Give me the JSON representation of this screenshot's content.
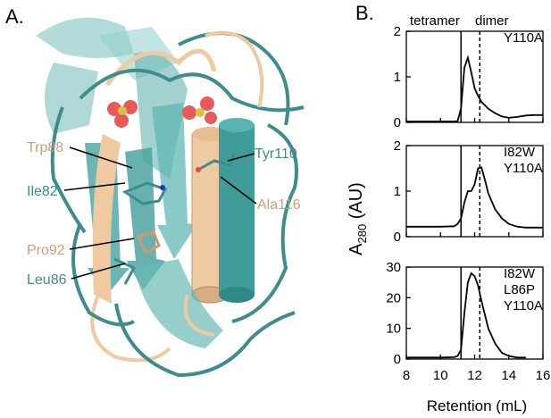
{
  "panels": {
    "a_label": "A.",
    "b_label": "B."
  },
  "structure": {
    "labels": [
      {
        "id": "trp88",
        "text": "Trp88",
        "color": "#c8a07c"
      },
      {
        "id": "ile82",
        "text": "Ile82",
        "color": "#3e8c8c"
      },
      {
        "id": "pro92",
        "text": "Pro92",
        "color": "#c8a07c"
      },
      {
        "id": "leu86",
        "text": "Leu86",
        "color": "#3e8c8c"
      },
      {
        "id": "tyr110",
        "text": "Tyr110",
        "color": "#3e8c8c"
      },
      {
        "id": "ala116",
        "text": "Ala116",
        "color": "#c8a07c"
      }
    ],
    "colors": {
      "teal": "#57a9a7",
      "tan": "#efc9a0",
      "oxygen": "#e85a5a",
      "sulfur": "#d9c23a"
    }
  },
  "chart_data": [
    {
      "type": "line",
      "annotations": [
        "Y110A"
      ],
      "top_labels": {
        "tetramer": "tetramer",
        "dimer": "dimer"
      },
      "xlim": [
        8,
        16
      ],
      "ylim": [
        0,
        2
      ],
      "yticks": [
        "0",
        "1",
        "2"
      ],
      "reference_lines": [
        11.2,
        12.3
      ],
      "x": [
        8,
        9,
        10,
        10.8,
        11.0,
        11.2,
        11.4,
        11.6,
        11.8,
        12.0,
        12.2,
        12.4,
        12.8,
        13.2,
        13.6,
        14.0,
        14.5,
        15.0,
        15.5,
        16.0
      ],
      "y": [
        0.02,
        0.02,
        0.02,
        0.02,
        0.03,
        0.3,
        1.2,
        1.42,
        1.1,
        0.75,
        0.58,
        0.45,
        0.3,
        0.2,
        0.13,
        0.1,
        0.12,
        0.15,
        0.16,
        0.16
      ]
    },
    {
      "type": "line",
      "annotations": [
        "I82W",
        "Y110A"
      ],
      "xlim": [
        8,
        16
      ],
      "ylim": [
        0,
        2
      ],
      "yticks": [
        "0",
        "1",
        "2"
      ],
      "reference_lines": [
        11.2,
        12.3
      ],
      "x": [
        8,
        9,
        10,
        10.8,
        11.0,
        11.2,
        11.4,
        11.6,
        11.8,
        12.0,
        12.2,
        12.4,
        12.6,
        12.8,
        13.2,
        13.6,
        14.0,
        14.5,
        15.0,
        15.5,
        16.0
      ],
      "y": [
        0.22,
        0.22,
        0.22,
        0.23,
        0.28,
        0.4,
        0.75,
        1.0,
        1.0,
        1.15,
        1.5,
        1.52,
        1.25,
        0.95,
        0.6,
        0.4,
        0.28,
        0.22,
        0.2,
        0.2,
        0.2
      ]
    },
    {
      "type": "line",
      "annotations": [
        "I82W",
        "L86P",
        "Y110A"
      ],
      "xlim": [
        8,
        16
      ],
      "ylim": [
        0,
        30
      ],
      "yticks": [
        "0",
        "10",
        "20",
        "30"
      ],
      "reference_lines": [
        11.2,
        12.3
      ],
      "x": [
        8,
        9,
        10,
        10.8,
        11.0,
        11.2,
        11.4,
        11.6,
        11.8,
        12.0,
        12.2,
        12.4,
        12.8,
        13.2,
        13.6,
        14.0,
        14.5,
        15.0
      ],
      "y": [
        0.5,
        0.5,
        0.5,
        0.6,
        1,
        3,
        15,
        25,
        28,
        27,
        24,
        19,
        10,
        5,
        2,
        1,
        0.5,
        0.5
      ],
      "xticks": [
        "8",
        "10",
        "12",
        "14",
        "16"
      ],
      "xlabel": "Retention (mL)"
    }
  ],
  "y_axis_label": {
    "base": "A",
    "sub": "280",
    "rest": " (AU)"
  }
}
